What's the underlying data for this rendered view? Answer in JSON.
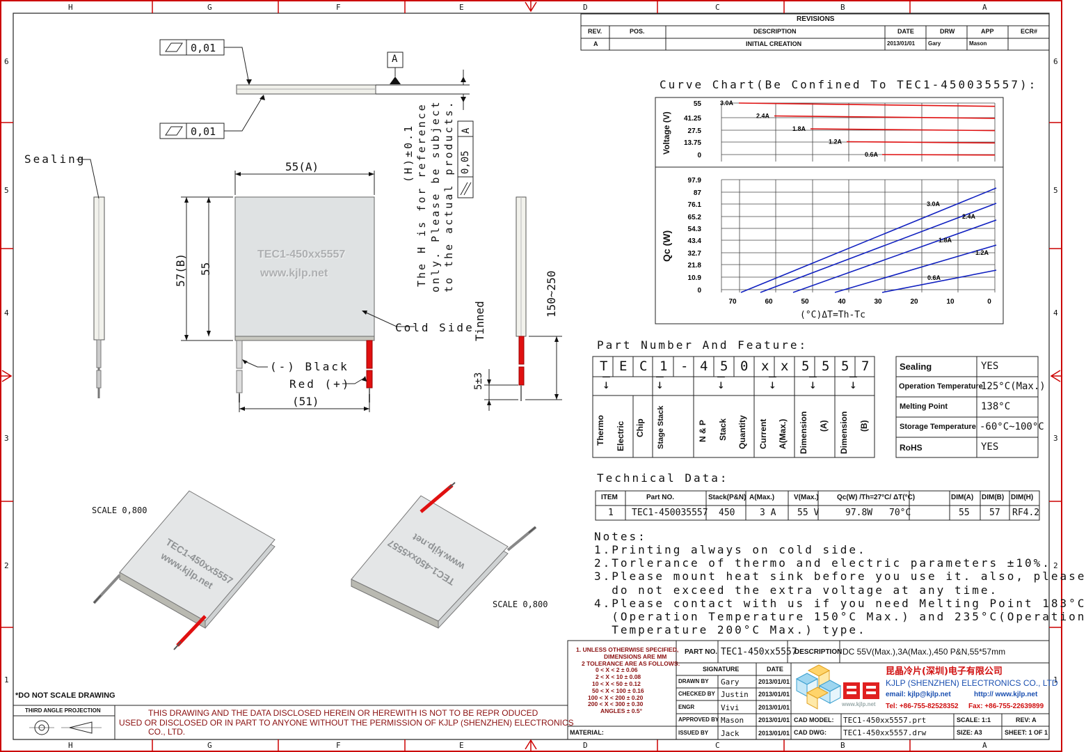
{
  "frame": {
    "cols": [
      "H",
      "G",
      "F",
      "E",
      "D",
      "C",
      "B",
      "A"
    ],
    "rows": [
      "6",
      "5",
      "4",
      "3",
      "2",
      "1"
    ]
  },
  "revisions": {
    "title": "REVISIONS",
    "headers": [
      "REV.",
      "POS.",
      "DESCRIPTION",
      "DATE",
      "DRW",
      "APP",
      "ECR#"
    ],
    "row": [
      "A",
      "",
      "INITIAL CREATION",
      "2013/01/01",
      "Gary",
      "Mason",
      ""
    ]
  },
  "flatness": {
    "value_top": "0,01",
    "value_bottom": "0,01",
    "datum": "A"
  },
  "parallel": {
    "value": "0,05",
    "datum": "A"
  },
  "h_note": {
    "line1": "(H)±0.1",
    "line2": "The H is for reference",
    "line3": "only. Please be subject",
    "line4": "to the actual products."
  },
  "dims": {
    "width_a": "55(A)",
    "height_b": "57(B)",
    "height_55": "55",
    "lead_51": "(51)",
    "lead_len": "150~250",
    "tinned": "Tinned",
    "tinned_len": "5±3"
  },
  "labels": {
    "sealing": "Sealing",
    "cold_side": "Cold Side",
    "black": "(-) Black",
    "red": "Red (+)",
    "printing1": "TEC1-450xx5557",
    "printing2": "www.kjlp.net",
    "scale_left": "SCALE  0,800",
    "scale_right": "SCALE  0,800"
  },
  "curve_title": "Curve Chart(Be Confined To TEC1-450035557):",
  "chart_data": [
    {
      "type": "line",
      "title": "",
      "ylabel": "Voltage (V)",
      "y_ticks": [
        "55",
        "41.25",
        "27.5",
        "13.75",
        "0"
      ],
      "x": [
        70,
        0
      ],
      "series": [
        {
          "name": "3.0A",
          "values": [
            55,
            51.5
          ]
        },
        {
          "name": "2.4A",
          "values": [
            41.25,
            38.7
          ]
        },
        {
          "name": "1.8A",
          "values": [
            27.5,
            25.6
          ]
        },
        {
          "name": "1.2A",
          "values": [
            13.75,
            12.4
          ]
        },
        {
          "name": "0.6A",
          "values": [
            0,
            -0.5
          ]
        }
      ]
    },
    {
      "type": "line",
      "title": "",
      "ylabel": "Qc (W)",
      "xlabel": "(°C)ΔT=Th-Tc",
      "y_ticks": [
        "97.9",
        "87",
        "76.1",
        "65.2",
        "54.3",
        "43.4",
        "32.7",
        "21.8",
        "10.9",
        "0"
      ],
      "x_ticks": [
        "70",
        "60",
        "50",
        "40",
        "30",
        "20",
        "10",
        "0"
      ],
      "ylim": [
        0,
        97.9
      ],
      "xlim": [
        70,
        0
      ],
      "series": [
        {
          "name": "3.0A",
          "x": [
            70,
            0
          ],
          "values": [
            0,
            97.9
          ]
        },
        {
          "name": "2.4A",
          "x": [
            65,
            0
          ],
          "values": [
            0,
            84
          ]
        },
        {
          "name": "1.8A",
          "x": [
            59,
            0
          ],
          "values": [
            0,
            68
          ]
        },
        {
          "name": "1.2A",
          "x": [
            45,
            0
          ],
          "values": [
            0,
            45
          ]
        },
        {
          "name": "0.6A",
          "x": [
            30,
            0
          ],
          "values": [
            0,
            22
          ]
        }
      ]
    }
  ],
  "part_number": {
    "title": "Part Number And Feature:",
    "chars": [
      "T",
      "E",
      "C",
      "1",
      "-",
      "4",
      "5",
      "0",
      "x",
      "x",
      "5",
      "5",
      "5",
      "7"
    ],
    "meanings": [
      "Thermo Electric Chip",
      "Stage Stack",
      "N & P Stack Quantity",
      "Current A(Max.)",
      "Dimension (A)",
      "Dimension (B)"
    ],
    "features": [
      {
        "k": "Sealing",
        "v": "YES"
      },
      {
        "k": "Operation Temperature",
        "v": "125°C(Max.)"
      },
      {
        "k": "Melting Point",
        "v": "138°C"
      },
      {
        "k": "Storage Temperature",
        "v": "-60°C~100°C"
      },
      {
        "k": "RoHS",
        "v": "YES"
      }
    ]
  },
  "tech": {
    "title": "Technical Data:",
    "headers": [
      "ITEM",
      "Part NO.",
      "Stack(P&N)",
      "A(Max.)",
      "V(Max.)",
      "Qc(W) /Th=27°C/ ΔT(°C)",
      "DIM(A)",
      "DIM(B)",
      "DIM(H)"
    ],
    "row": [
      "1",
      "TEC1-450035557",
      "450",
      "3 A",
      "55 V",
      "97.8W",
      "70°C",
      "55",
      "57",
      "RF4.2"
    ]
  },
  "notes": {
    "title": "Notes:",
    "lines": [
      "1.Printing always on cold side.",
      "2.Torlerance of thermo and electric parameters ±10%.",
      "3.Please mount heat sink before you use it. also, please",
      "  do not exceed the extra voltage at any time.",
      "4.Please contact with us if you need Melting Point 183°C",
      "  (Operation Temperature 150°C Max.) and 235°C(Operation",
      "  Temperature 200°C Max.) type."
    ]
  },
  "title_block": {
    "tol_lines": [
      "1. UNLESS OTHERWISE SPECIFIED,",
      "DIMENSIONS ARE MM",
      "2 TOLERANCE ARE AS FOLLOWS:",
      "0 < X <   2  ± 0.06",
      "2 < X <  10  ± 0.08",
      "10 < X <  50  ± 0.12",
      "50 < X < 100  ± 0.16",
      "100 < X < 200  ± 0.20",
      "200 < X < 300  ± 0.30",
      "ANGLES ± 0.5°"
    ],
    "part_no_label": "PART NO.",
    "part_no": "TEC1-450xx5557",
    "desc_label": "DESCRIPTION",
    "desc": "DC 55V(Max.),3A(Max.),450 P&N,55*57mm",
    "sig_headers": [
      "SIGNATURE",
      "DATE"
    ],
    "sigs": [
      {
        "role": "DRAWN BY",
        "name": "Gary",
        "date": "2013/01/01"
      },
      {
        "role": "CHECKED BY",
        "name": "Justin",
        "date": "2013/01/01"
      },
      {
        "role": "ENGR",
        "name": "Vivi",
        "date": "2013/01/01"
      },
      {
        "role": "APPROVED BY",
        "name": "Mason",
        "date": "2013/01/01"
      },
      {
        "role": "ISSUED BY",
        "name": "Jack",
        "date": "2013/01/01"
      }
    ],
    "company_cn": "昆晶冷片(深圳)电子有限公司",
    "company_en": "KJLP (SHENZHEN) ELECTRONICS CO., LTD",
    "email": "email: kjlp@kjlp.net",
    "web": "http:// www.kjlp.net",
    "tel": "Tel: +86-755-82528352",
    "fax": "Fax: +86-755-22639899",
    "logo_text": "www.kjlp.net",
    "cad_model_label": "CAD MODEL:",
    "cad_model": "TEC1-450xx5557.prt",
    "cad_dwg_label": "CAD DWG:",
    "cad_dwg": "TEC1-450xx5557.drw",
    "scale": "SCALE: 1:1",
    "rev": "REV: A",
    "size": "SIZE: A3",
    "sheet": "SHEET: 1 OF 1",
    "material": "MATERIAL:",
    "no_scale": "*DO NOT SCALE DRAWING",
    "third_angle": "THIRD ANGLE PROJECTION",
    "disclaimer1": "THIS DRAWING AND THE DATA DISCLOSED HEREIN OR HEREWITH IS NOT TO BE REPR ODUCED",
    "disclaimer2": "USED OR DISCLOSED OR IN PART TO ANYONE WITHOUT THE PERMISSION OF KJLP (SHENZHEN) ELECTRONICS",
    "disclaimer3": "CO., LTD."
  }
}
